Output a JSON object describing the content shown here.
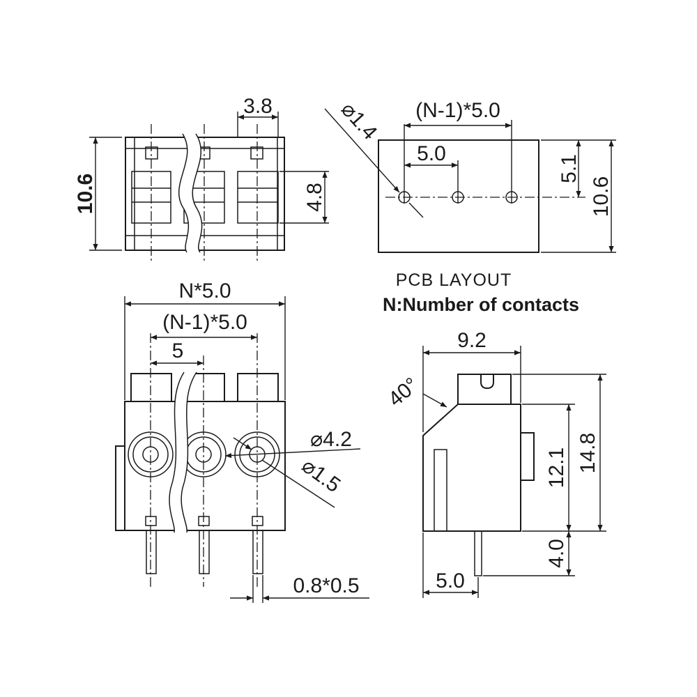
{
  "top_view": {
    "height": "10.6",
    "pitch_slot": "3.8",
    "window_height": "4.8"
  },
  "pcb_layout": {
    "caption": "PCB LAYOUT",
    "hole_dia": "⌀1.4",
    "span": "(N-1)*5.0",
    "pitch": "5.0",
    "offset": "5.1",
    "height": "10.6"
  },
  "note": "N:Number of contacts",
  "front_view": {
    "width": "N*5.0",
    "span": "(N-1)*5.0",
    "pitch": "5",
    "outer_dia": "⌀4.2",
    "inner_dia": "⌀1.5",
    "pin_size": "0.8*0.5"
  },
  "side_view": {
    "width": "9.2",
    "angle": "40°",
    "body_height": "12.1",
    "total_height": "14.8",
    "pin_length": "4.0",
    "pin_offset": "5.0"
  }
}
